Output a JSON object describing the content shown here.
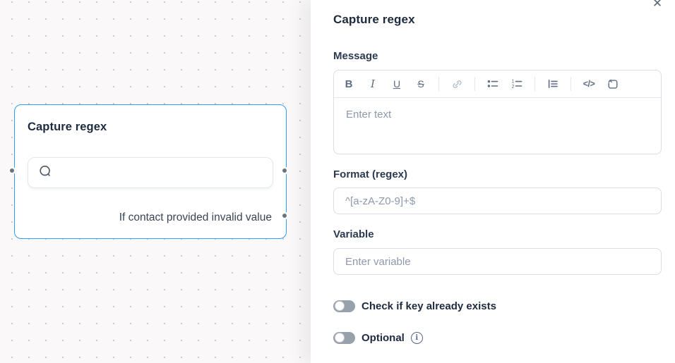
{
  "canvas": {
    "node": {
      "title": "Capture regex",
      "input_icon": "chat-bubble-icon",
      "error_label": "If contact provided invalid value",
      "ports": [
        "input-left",
        "output-right",
        "error-output-right"
      ]
    }
  },
  "panel": {
    "title": "Capture regex",
    "close_icon": "✕",
    "message": {
      "label": "Message",
      "placeholder": "Enter text",
      "toolbar": [
        {
          "name": "bold",
          "glyph": "B"
        },
        {
          "name": "italic",
          "glyph": "I"
        },
        {
          "name": "underline",
          "glyph": "U"
        },
        {
          "name": "strikethrough",
          "glyph": "S"
        },
        {
          "name": "link",
          "glyph": ""
        },
        {
          "name": "bullet-list",
          "glyph": ""
        },
        {
          "name": "ordered-list",
          "glyph": ""
        },
        {
          "name": "indent-list",
          "glyph": ""
        },
        {
          "name": "code",
          "glyph": "</>"
        },
        {
          "name": "emoji-sticker",
          "glyph": ""
        }
      ]
    },
    "format": {
      "label": "Format (regex)",
      "placeholder": "^[a-zA-Z0-9]+$"
    },
    "variable": {
      "label": "Variable",
      "placeholder": "Enter variable"
    },
    "toggles": [
      {
        "label": "Check if key already exists",
        "state": "off",
        "has_info": false
      },
      {
        "label": "Optional",
        "state": "off",
        "has_info": true
      }
    ],
    "info_glyph": "i"
  },
  "colors": {
    "accent_blue": "#2d9cfb",
    "canvas_bg": "#faf8f8",
    "toggle_off": "#97a0ab",
    "title_text": "#1e2b3e",
    "placeholder_text": "#8d99ab",
    "port_ring": "#6a7380"
  }
}
